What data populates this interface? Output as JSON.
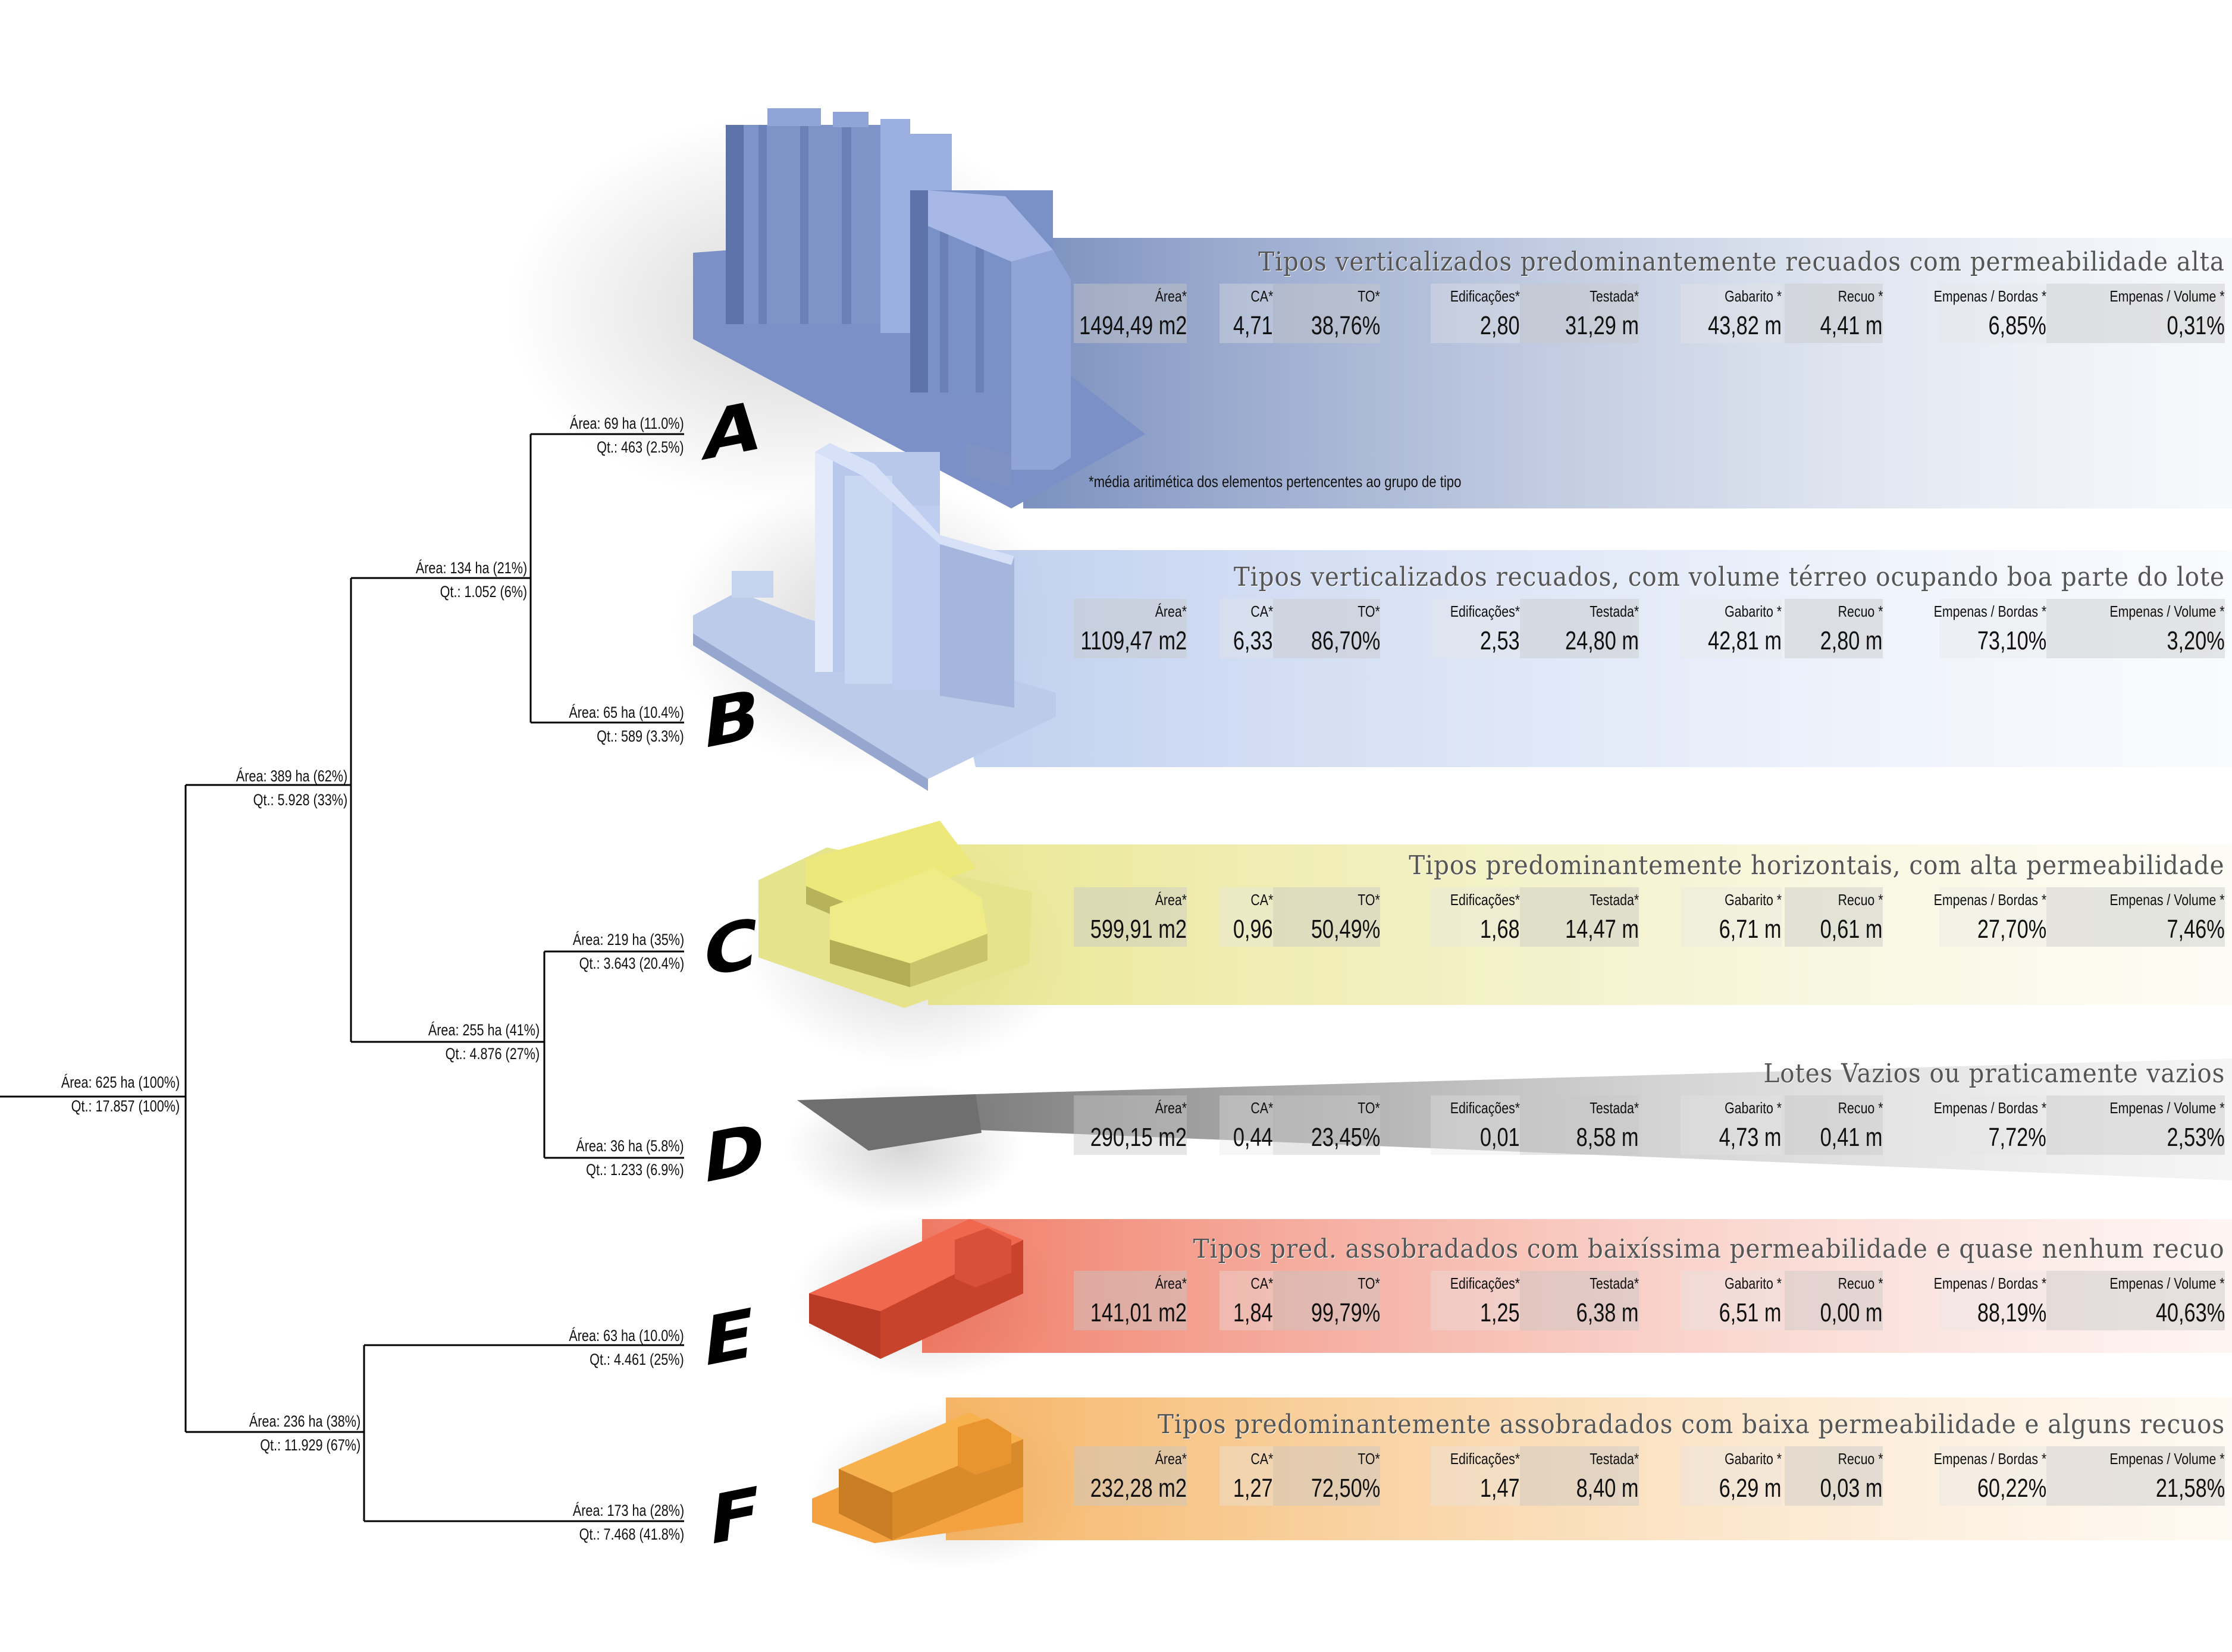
{
  "colors": {
    "A": "#7a8fbf",
    "B": "#b8c9ea",
    "C": "#e8e38a",
    "D": "#8a8a8a",
    "E": "#ec5a3f",
    "F": "#f3a23f"
  },
  "stat_labels": [
    "Área*",
    "CA*",
    "TO*",
    "Edificações*",
    "Testada*",
    "Gabarito *",
    "Recuo *",
    "Empenas / Bordas *",
    "Empenas / Volume *"
  ],
  "tree": {
    "root": {
      "area": "Área: 625 ha (100%)",
      "qt": "Qt.: 17.857 (100%)"
    },
    "n389": {
      "area": "Área: 389 ha (62%)",
      "qt": "Qt.: 5.928 (33%)"
    },
    "n236": {
      "area": "Área: 236 ha (38%)",
      "qt": "Qt.: 11.929 (67%)"
    },
    "n134": {
      "area": "Área: 134 ha (21%)",
      "qt": "Qt.: 1.052 (6%)"
    },
    "n255": {
      "area": "Área: 255 ha (41%)",
      "qt": "Qt.: 4.876 (27%)"
    },
    "A": {
      "area": "Área: 69 ha (11.0%)",
      "qt": "Qt.: 463 (2.5%)"
    },
    "B": {
      "area": "Área: 65 ha (10.4%)",
      "qt": "Qt.: 589 (3.3%)"
    },
    "C": {
      "area": "Área: 219 ha (35%)",
      "qt": "Qt.: 3.643 (20.4%)"
    },
    "D": {
      "area": "Área: 36 ha (5.8%)",
      "qt": "Qt.: 1.233 (6.9%)"
    },
    "E": {
      "area": "Área: 63 ha (10.0%)",
      "qt": "Qt.: 4.461 (25%)"
    },
    "F": {
      "area": "Área: 173 ha (28%)",
      "qt": "Qt.: 7.468 (41.8%)"
    }
  },
  "footnote": "*média aritimética dos elementos pertencentes ao grupo de tipo",
  "types": [
    {
      "letter": "A",
      "title": "Tipos verticalizados predominantemente recuados com permeabilidade alta",
      "values": [
        "1494,49 m2",
        "4,71",
        "38,76%",
        "2,80",
        "31,29 m",
        "43,82 m",
        "4,41 m",
        "6,85%",
        "0,31%"
      ]
    },
    {
      "letter": "B",
      "title": "Tipos verticalizados recuados, com volume térreo ocupando boa parte do lote",
      "values": [
        "1109,47 m2",
        "6,33",
        "86,70%",
        "2,53",
        "24,80 m",
        "42,81 m",
        "2,80 m",
        "73,10%",
        "3,20%"
      ]
    },
    {
      "letter": "C",
      "title": "Tipos predominantemente horizontais, com alta permeabilidade",
      "values": [
        "599,91 m2",
        "0,96",
        "50,49%",
        "1,68",
        "14,47 m",
        "6,71 m",
        "0,61 m",
        "27,70%",
        "7,46%"
      ]
    },
    {
      "letter": "D",
      "title": "Lotes Vazios ou praticamente vazios",
      "values": [
        "290,15 m2",
        "0,44",
        "23,45%",
        "0,01",
        "8,58 m",
        "4,73 m",
        "0,41 m",
        "7,72%",
        "2,53%"
      ]
    },
    {
      "letter": "E",
      "title": "Tipos pred. assobradados com baixíssima permeabilidade e quase nenhum recuo",
      "values": [
        "141,01 m2",
        "1,84",
        "99,79%",
        "1,25",
        "6,38 m",
        "6,51 m",
        "0,00 m",
        "88,19%",
        "40,63%"
      ]
    },
    {
      "letter": "F",
      "title": "Tipos predominantemente assobradados com baixa permeabilidade e alguns recuos",
      "values": [
        "232,28 m2",
        "1,27",
        "72,50%",
        "1,47",
        "8,40 m",
        "6,29 m",
        "0,03 m",
        "60,22%",
        "21,58%"
      ]
    }
  ]
}
